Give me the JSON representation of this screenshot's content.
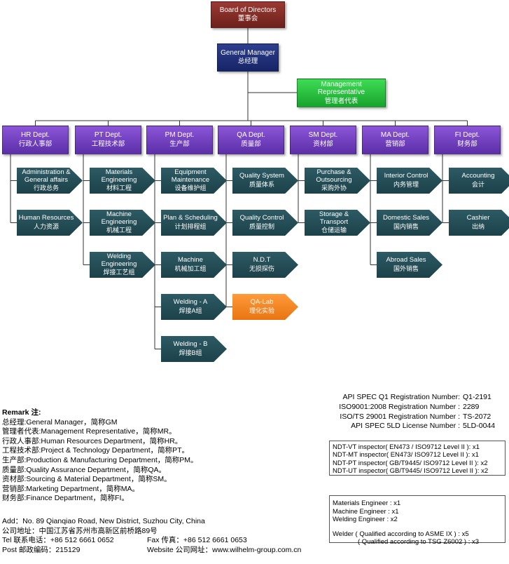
{
  "org": {
    "board": {
      "en": "Board of Directors",
      "zh": "董事会"
    },
    "gm": {
      "en": "General Manager",
      "zh": "总经理"
    },
    "mr": {
      "en": "Management Representative",
      "zh": "管理者代表"
    },
    "departments": [
      {
        "en": "HR Dept.",
        "zh": "行政人事部",
        "subs": [
          {
            "en": "Administration & General affairs",
            "zh": "行政总务"
          },
          {
            "en": "Human Resources",
            "zh": "人力资源"
          }
        ]
      },
      {
        "en": "PT Dept.",
        "zh": "工程技术部",
        "subs": [
          {
            "en": "Materials Engineering",
            "zh": "材料工程"
          },
          {
            "en": "Machine Engineering",
            "zh": "机械工程"
          },
          {
            "en": "Welding Engineering",
            "zh": "焊接工艺组"
          }
        ]
      },
      {
        "en": "PM Dept.",
        "zh": "生产部",
        "subs": [
          {
            "en": "Equipment Maintenance",
            "zh": "设备维护组"
          },
          {
            "en": "Plan & Scheduling",
            "zh": "计划排程组"
          },
          {
            "en": "Machine",
            "zh": "机械加工组"
          },
          {
            "en": "Welding - A",
            "zh": "焊接A组"
          },
          {
            "en": "Welding - B",
            "zh": "焊接B组"
          }
        ]
      },
      {
        "en": "QA Dept.",
        "zh": "质量部",
        "subs": [
          {
            "en": "Quality System",
            "zh": "质量体系"
          },
          {
            "en": "Quality Control",
            "zh": "质量控制"
          },
          {
            "en": "N.D.T",
            "zh": "无损探伤"
          },
          {
            "en": "QA-Lab",
            "zh": "理化实验",
            "highlight": "#f08a24"
          }
        ]
      },
      {
        "en": "SM Dept.",
        "zh": "资材部",
        "subs": [
          {
            "en": "Purchase & Outsourcing",
            "zh": "采购外协"
          },
          {
            "en": "Storage & Transport",
            "zh": "仓储运输"
          }
        ]
      },
      {
        "en": "MA Dept.",
        "zh": "营销部",
        "subs": [
          {
            "en": "Interior Control",
            "zh": "内务管理"
          },
          {
            "en": "Domestic Sales",
            "zh": "国内销售"
          },
          {
            "en": "Abroad Sales",
            "zh": "国外销售"
          }
        ]
      },
      {
        "en": "FI Dept.",
        "zh": "财务部",
        "subs": [
          {
            "en": "Accounting",
            "zh": "会计"
          },
          {
            "en": "Cashier",
            "zh": "出纳"
          }
        ]
      }
    ]
  },
  "remark": {
    "title": "Remark 注:",
    "lines": [
      "总经理:General Manager，简称GM",
      "管理者代表:Management Representative，简称MR。",
      "行政人事部:Human Resources Department，简称HR。",
      "工程技术部:Project & Technology Department，简称PT。",
      "生产部:Production & Manufacturing Department，简称PM。",
      "质量部:Quality Assurance Department，简称QA。",
      "资材部:Sourcing & Material Department，简称SM。",
      "营销部:Marketing Department，简称MA。",
      "财务部:Finance Department，简称FI。"
    ]
  },
  "address": {
    "line1": "Add：No. 89 Qianqiao Road, New District, Suzhou City, China",
    "line2": "公司地址：中国江苏省苏州市高新区前桥路89号",
    "tel": "Tel 联系电话：+86 512 6661 0652",
    "fax": "Fax 传真：+86 512 6661 0653",
    "post": "Post 邮政编码：215129",
    "web": "Website 公司网址：www.wilhelm-group.com.cn"
  },
  "registrations": [
    {
      "label": "API SPEC Q1 Registration Number:",
      "value": "Q1-2191"
    },
    {
      "label": "ISO9001:2008 Registration Number :",
      "value": "2289"
    },
    {
      "label": "ISO/TS 29001 Registration Number :",
      "value": "TS-2072"
    },
    {
      "label": "API SPEC 5LD License Number :",
      "value": "5LD-0044"
    }
  ],
  "ndt": [
    "NDT-VT inspector( EN473 / ISO9712 Level II ): x1",
    "NDT-MT inspector( EN473/ ISO9712 Level II ): x1",
    "NDT-PT inspector( GB/T9445/ ISO9712  Level II ): x2",
    "NDT-UT inspector( GB/T9445/ ISO9712  Level II ): x2"
  ],
  "staff": {
    "lines": [
      "Materials Engineer : x1",
      "Machine Engineer  : x1",
      "Welding Engineer   : x2"
    ],
    "welder1": "Welder ( Qualified according to ASME IX ) : x5",
    "welder2": "( Qualified according to TSG Z6002 ) : x3"
  }
}
